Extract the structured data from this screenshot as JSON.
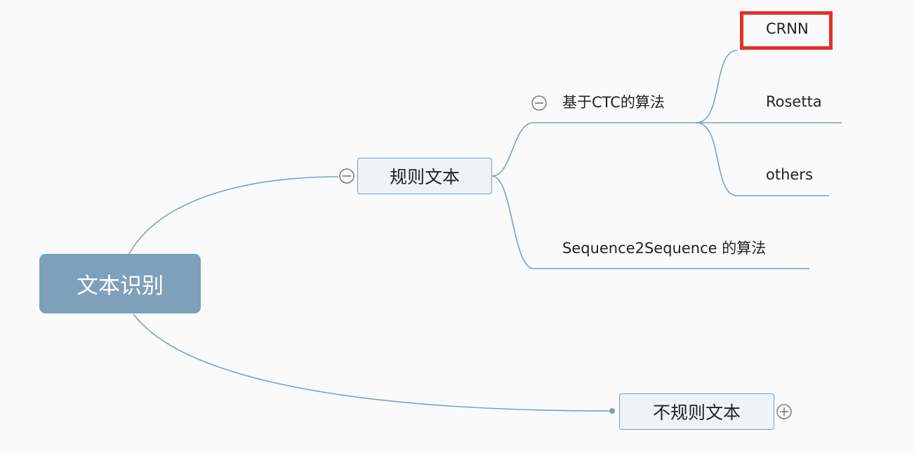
{
  "mindmap": {
    "root": {
      "label": "文本识别"
    },
    "regular": {
      "label": "规则文本",
      "toggle": "collapse-icon"
    },
    "ctc": {
      "label": "基于CTC的算法",
      "toggle": "collapse-icon"
    },
    "crnn": {
      "label": "CRNN",
      "highlight_color": "#e0322b"
    },
    "rosetta": {
      "label": "Rosetta"
    },
    "others": {
      "label": "others"
    },
    "seq2seq": {
      "label": "Sequence2Sequence 的算法"
    },
    "irregular": {
      "label": "不规则文本",
      "toggle": "expand-icon"
    }
  },
  "colors": {
    "connector": "#7ea0ba",
    "root_fill": "#7ea0ba",
    "box_fill": "#eef3f7",
    "box_border": "#7a9cb6",
    "highlight": "#e0322b"
  }
}
